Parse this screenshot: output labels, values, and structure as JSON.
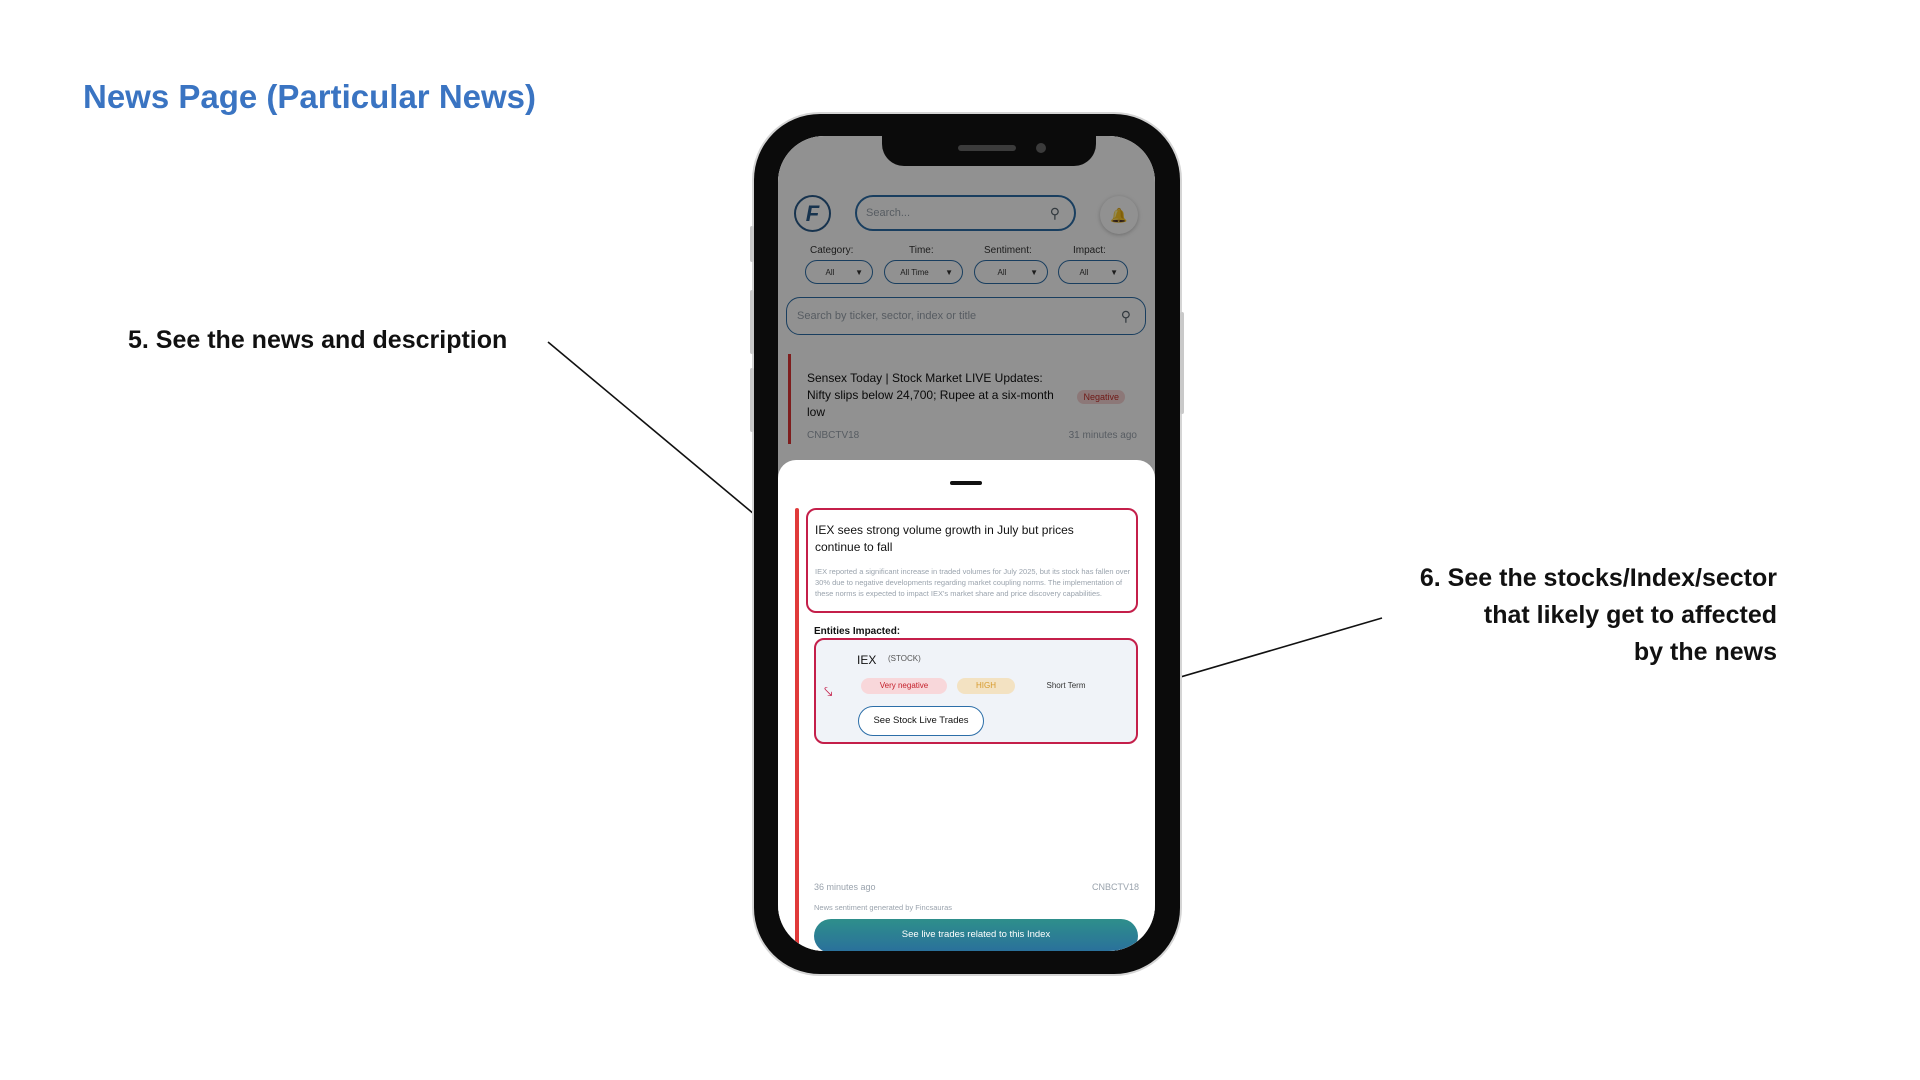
{
  "page": {
    "title": "News Page (Particular News)",
    "annotation_5": "5. See the news and description",
    "annotation_6": [
      "6. See the stocks/Index/sector",
      "that likely get to affected",
      "by the news"
    ]
  },
  "app": {
    "logo_letter": "F",
    "search_placeholder": "Search...",
    "filters": [
      {
        "label": "Category:",
        "value": "All"
      },
      {
        "label": "Time:",
        "value": "All Time"
      },
      {
        "label": "Sentiment:",
        "value": "All"
      },
      {
        "label": "Impact:",
        "value": "All"
      }
    ],
    "search2_placeholder": "Search by ticker, sector, index or title",
    "background_news": {
      "title": "Sensex Today | Stock Market LIVE Updates: Nifty slips below 24,700; Rupee at a six-month low",
      "badge": "Negative",
      "source": "CNBCTV18",
      "time": "31 minutes ago"
    }
  },
  "sheet": {
    "headline": "IEX sees strong volume growth in July but prices continue to fall",
    "description": "IEX reported a significant increase in traded volumes for July 2025, but its stock has fallen over 30% due to negative developments regarding market coupling norms. The implementation of these norms is expected to impact IEX's market share and price discovery capabilities.",
    "entities_label": "Entities Impacted:",
    "entity": {
      "name": "IEX",
      "type": "(STOCK)",
      "sentiment": "Very negative",
      "impact": "HIGH",
      "term": "Short Term",
      "button": "See Stock Live Trades"
    },
    "time": "36 minutes ago",
    "source": "CNBCTV18",
    "note": "News sentiment generated by Fincsauras",
    "cta": "See live trades related to this Index"
  },
  "colors": {
    "title_blue": "#3a74c2",
    "accent_red": "#c41f4a",
    "cta_teal": "#2e8f8b"
  }
}
